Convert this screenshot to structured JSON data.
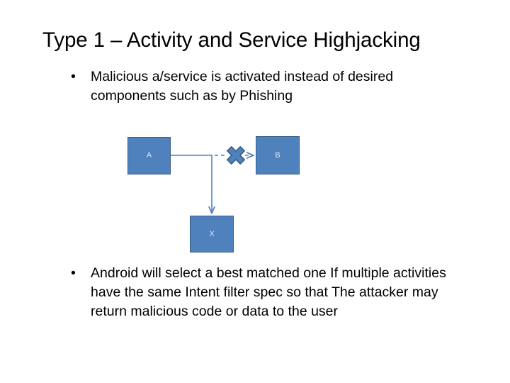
{
  "slide": {
    "title": "Type 1 – Activity and Service Highjacking",
    "background_color": "#ffffff",
    "text_color": "#000000"
  },
  "bullets": [
    {
      "marker": "•",
      "text": "Malicious a/service is activated instead of desired components such as by Phishing"
    },
    {
      "marker": "•",
      "text": "Android will select a best matched one If multiple activities have the same Intent filter spec so that The attacker may return malicious code or data to the user"
    }
  ],
  "diagram": {
    "type": "flow",
    "fill_color": "#4F81BD",
    "border_color": "#385D8A",
    "label_color": "#DCE6F1",
    "connector_color": "#4F81BD",
    "blocked_marker_fill": "#4F81BD",
    "blocked_marker_stroke": "#385D8A",
    "nodes": [
      {
        "id": "a",
        "label": "A"
      },
      {
        "id": "b",
        "label": "B"
      },
      {
        "id": "x",
        "label": "X"
      }
    ],
    "connectors": [
      {
        "from": "a",
        "to": "x",
        "style": "solid",
        "arrow": true,
        "blocked": false
      },
      {
        "from": "a",
        "to": "b",
        "style": "dashed",
        "arrow": true,
        "blocked": true
      }
    ]
  }
}
